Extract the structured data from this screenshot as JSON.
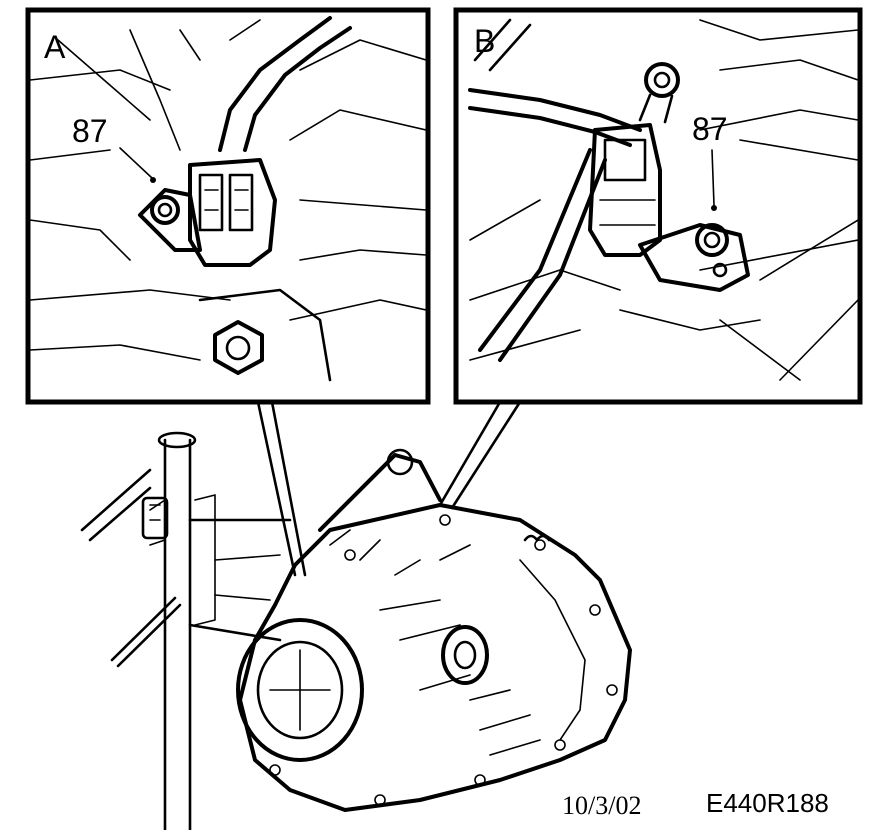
{
  "figure": {
    "inset_a": {
      "letter": "A",
      "callout": "87"
    },
    "inset_b": {
      "letter": "B",
      "callout": "87"
    },
    "footer": {
      "date": "10/3/02",
      "code": "E440R188"
    }
  }
}
